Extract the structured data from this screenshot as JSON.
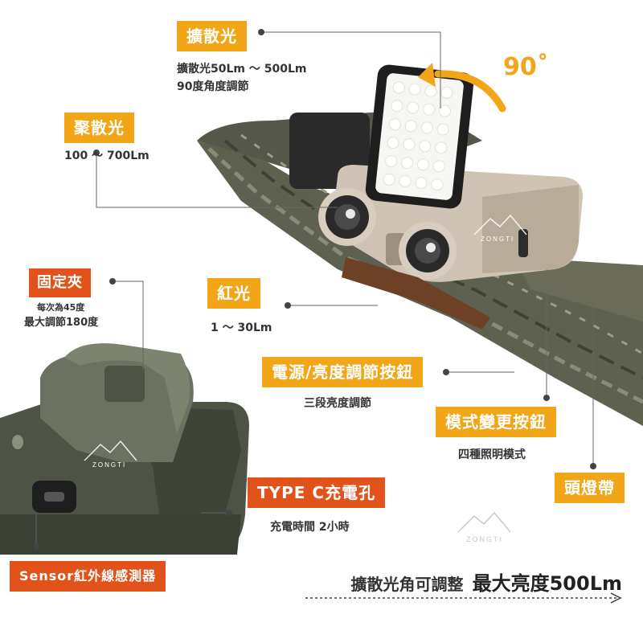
{
  "labels": {
    "diffuse": "擴散光",
    "focus": "聚散光",
    "clip": "固定夾",
    "red": "紅光",
    "power": "電源/亮度調節按鈕",
    "mode": "模式變更按鈕",
    "band": "頭燈帶",
    "typec": "TYPE C充電孔",
    "sensor": "Sensor紅外線感測器"
  },
  "descriptions": {
    "diffuse_1": "擴散光50Lm ～ 500Lm",
    "diffuse_2": "90度角度調節",
    "focus": "100 ～ 700Lm",
    "clip_1": "每次為45度",
    "clip_2": "最大調節180度",
    "red": "1 ～ 30Lm",
    "power": "三段亮度調節",
    "mode": "四種照明模式",
    "typec": "充電時間 2小時"
  },
  "angle": "90˚",
  "caption": {
    "lead": "擴散光角可調整",
    "emphasis": "最大亮度500Lm"
  },
  "brand": "ZONGTI",
  "colors": {
    "gold": "#f2a516",
    "red_orange": "#e2531c",
    "strap": "#5f6150",
    "olive_body": "#4d5445"
  }
}
